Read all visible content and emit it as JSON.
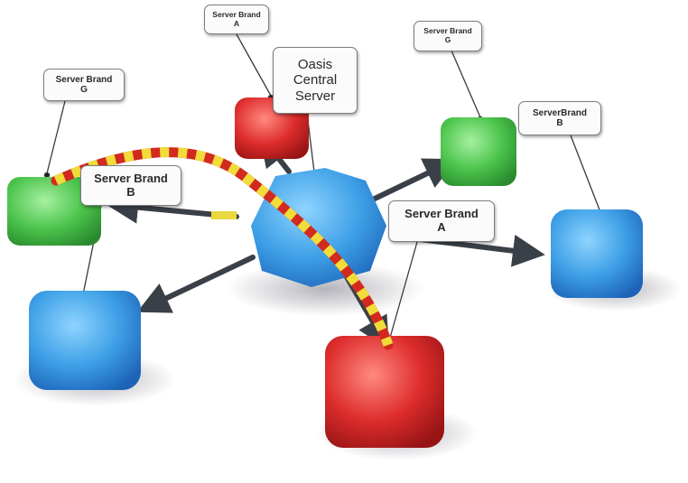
{
  "labels": {
    "top_left_green": {
      "line1": "Server Brand",
      "line2": "G"
    },
    "top_center_red": {
      "line1": "Server Brand",
      "line2": "A"
    },
    "central": {
      "line1": "Oasis",
      "line2": "Central Server"
    },
    "top_right_green": {
      "line1": "Server Brand",
      "line2": "G"
    },
    "right_blue": {
      "line1": "ServerBrand",
      "line2": "B"
    },
    "left_blue": {
      "line1": "Server Brand",
      "line2": "B"
    },
    "center_right_red": {
      "line1": "Server Brand",
      "line2": "A"
    }
  },
  "colors": {
    "blue_server": "#3d9fe6",
    "green_server": "#4cc44c",
    "red_server": "#dd2c2c",
    "arrow": "#3a4048",
    "cable_red": "#d22a1f",
    "cable_yellow": "#f1dc3a"
  }
}
